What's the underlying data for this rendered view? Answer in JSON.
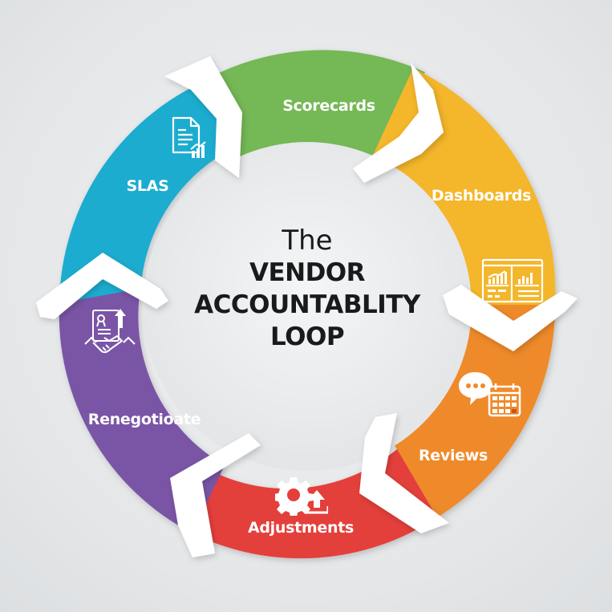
{
  "title": {
    "prefix": "The",
    "line1": "VENDOR",
    "line2": "ACCOUNTABLITY",
    "line3": "LOOP"
  },
  "segments": [
    {
      "label": "SLAS",
      "color": "#1aaccf",
      "icon": "document-chart-icon"
    },
    {
      "label": "Scorecards",
      "color": "#75b856",
      "icon": null
    },
    {
      "label": "Dashboards",
      "color": "#f4b62a",
      "icon": "dashboard-icon"
    },
    {
      "label": "Reviews",
      "color": "#ef8a2a",
      "icon": "chat-calendar-icon"
    },
    {
      "label": "Adjustments",
      "color": "#e43f3a",
      "icon": "gear-upload-icon"
    },
    {
      "label": "Renegotioate",
      "color": "#7a55a6",
      "icon": "contract-handshake-icon"
    }
  ]
}
